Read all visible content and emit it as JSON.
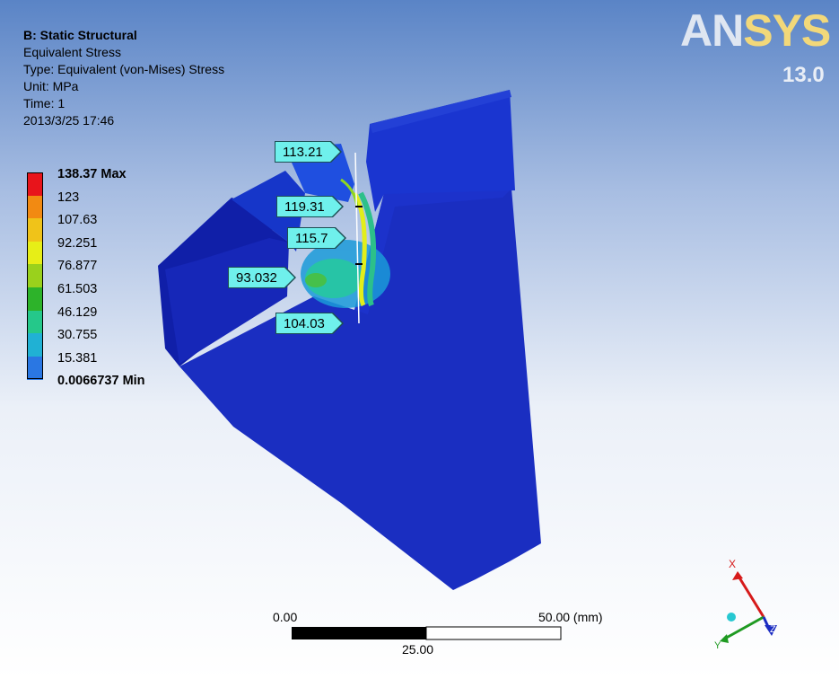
{
  "app": {
    "logo_main": "AN",
    "logo_accent": "SYS",
    "version": "13.0"
  },
  "info": {
    "analysis": "B: Static Structural",
    "result": "Equivalent Stress",
    "type": "Type: Equivalent (von-Mises) Stress",
    "unit": "Unit: MPa",
    "time": "Time: 1",
    "timestamp": "2013/3/25 17:46"
  },
  "legend": [
    {
      "label": "138.37 Max",
      "color": "#e8141b",
      "bold": true
    },
    {
      "label": "123",
      "color": "#f28a12",
      "bold": false
    },
    {
      "label": "107.63",
      "color": "#f0c319",
      "bold": false
    },
    {
      "label": "92.251",
      "color": "#e7ee17",
      "bold": false
    },
    {
      "label": "76.877",
      "color": "#9ad11c",
      "bold": false
    },
    {
      "label": "61.503",
      "color": "#2db32a",
      "bold": false
    },
    {
      "label": "46.129",
      "color": "#25c88a",
      "bold": false
    },
    {
      "label": "30.755",
      "color": "#20b1d4",
      "bold": false
    },
    {
      "label": "15.381",
      "color": "#2a77e3",
      "bold": false
    },
    {
      "label": "0.0066737 Min",
      "color": "#0d17c9",
      "bold": true
    }
  ],
  "probes": [
    {
      "id": "probe-1",
      "value": "113.21"
    },
    {
      "id": "probe-2",
      "value": "119.31"
    },
    {
      "id": "probe-3",
      "value": "115.7"
    },
    {
      "id": "probe-4",
      "value": "93.032"
    },
    {
      "id": "probe-5",
      "value": "104.03"
    }
  ],
  "scale_bar": {
    "left_label": "0.00",
    "mid_label": "25.00",
    "right_label": "50.00 (mm)"
  },
  "triad": {
    "x_label": "X",
    "y_label": "Y",
    "z_label": "Z"
  }
}
